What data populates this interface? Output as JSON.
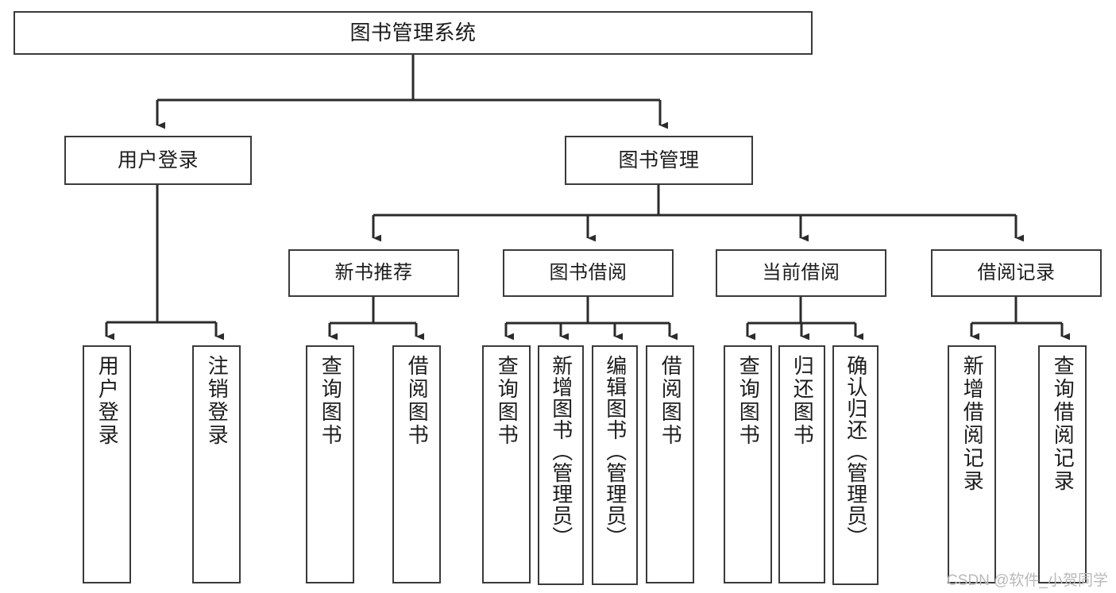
{
  "diagram": {
    "type": "tree",
    "title": "图书管理系统",
    "theme": {
      "box_border": "#3a3a3a",
      "box_fill": "#ffffff",
      "text": "#1c1c1c",
      "line": "#2b2b2b",
      "background": "#ffffff",
      "watermark": "#b9b9b9"
    },
    "root": {
      "label": "图书管理系统"
    },
    "level2": [
      {
        "id": "user-login",
        "label": "用户登录"
      },
      {
        "id": "book-manage",
        "label": "图书管理"
      }
    ],
    "level3": [
      {
        "id": "new-book-recommend",
        "label": "新书推荐",
        "parent": "book-manage"
      },
      {
        "id": "book-borrow",
        "label": "图书借阅",
        "parent": "book-manage"
      },
      {
        "id": "current-borrow",
        "label": "当前借阅",
        "parent": "book-manage"
      },
      {
        "id": "borrow-record",
        "label": "借阅记录",
        "parent": "book-manage"
      }
    ],
    "leaves": [
      {
        "id": "leaf-user-login",
        "label": "用户登录",
        "parent": "user-login"
      },
      {
        "id": "leaf-logout-login",
        "label": "注销登录",
        "parent": "user-login"
      },
      {
        "id": "leaf-query-book-1",
        "label": "查询图书",
        "parent": "new-book-recommend"
      },
      {
        "id": "leaf-borrow-book-1",
        "label": "借阅图书",
        "parent": "new-book-recommend"
      },
      {
        "id": "leaf-query-book-2",
        "label": "查询图书",
        "parent": "book-borrow"
      },
      {
        "id": "leaf-add-book",
        "label": "新增图书（管理员）",
        "parent": "book-borrow"
      },
      {
        "id": "leaf-edit-book",
        "label": "编辑图书（管理员）",
        "parent": "book-borrow"
      },
      {
        "id": "leaf-borrow-book-2",
        "label": "借阅图书",
        "parent": "book-borrow"
      },
      {
        "id": "leaf-query-book-3",
        "label": "查询图书",
        "parent": "current-borrow"
      },
      {
        "id": "leaf-return-book",
        "label": "归还图书",
        "parent": "current-borrow"
      },
      {
        "id": "leaf-confirm-return",
        "label": "确认归还（管理员）",
        "parent": "current-borrow"
      },
      {
        "id": "leaf-add-record",
        "label": "新增借阅记录",
        "parent": "borrow-record"
      },
      {
        "id": "leaf-query-record",
        "label": "查询借阅记录",
        "parent": "borrow-record"
      }
    ],
    "watermark": "CSDN @软件_小贺同学"
  }
}
